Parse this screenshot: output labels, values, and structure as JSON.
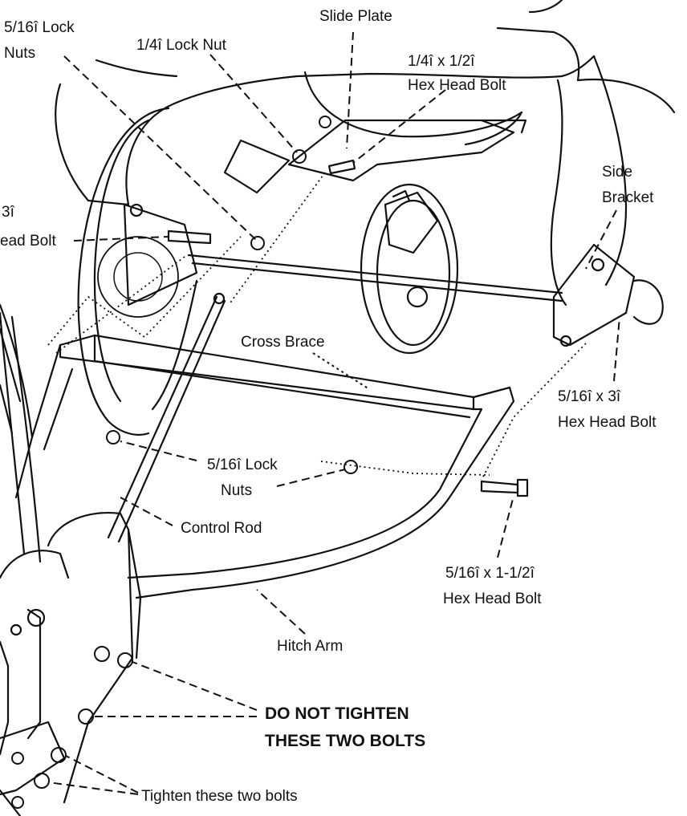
{
  "labels": {
    "slide_plate": "Slide Plate",
    "lock_nuts_516_top_line1": "5/16î Lock",
    "lock_nuts_516_top_line2": "Nuts",
    "lock_nut_14": "1/4î Lock Nut",
    "hex_bolt_14_line1": "1/4î x 1/2î",
    "hex_bolt_14_line2": "Hex Head Bolt",
    "side_bracket_line1": "Side",
    "side_bracket_line2": "Bracket",
    "left_bolt_line1": "3î",
    "left_bolt_line2": "ead Bolt",
    "cross_brace": "Cross Brace",
    "hex_bolt_516x3_line1": "5/16î x 3î",
    "hex_bolt_516x3_line2": "Hex Head Bolt",
    "lock_nuts_516_mid_line1": "5/16î Lock",
    "lock_nuts_516_mid_line2": "Nuts",
    "control_rod": "Control Rod",
    "hex_bolt_516x112_line1": "5/16î x 1-1/2î",
    "hex_bolt_516x112_line2": "Hex Head Bolt",
    "hitch_arm": "Hitch Arm",
    "warning_line1": "DO NOT TIGHTEN",
    "warning_line2": "THESE TWO BOLTS",
    "tighten_note": "Tighten these two bolts"
  }
}
